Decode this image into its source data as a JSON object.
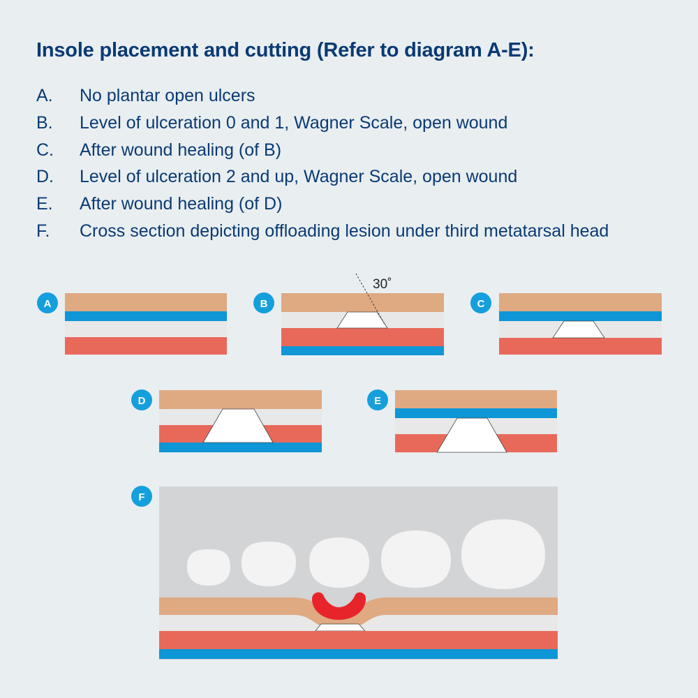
{
  "title": "Insole placement and cutting (Refer to diagram A-E):",
  "legend": [
    {
      "letter": "A.",
      "text": "No plantar open ulcers"
    },
    {
      "letter": "B.",
      "text": "Level of ulceration 0 and 1, Wagner Scale, open wound"
    },
    {
      "letter": "C.",
      "text": "After wound healing (of B)"
    },
    {
      "letter": "D.",
      "text": "Level of ulceration 2 and up, Wagner Scale, open wound"
    },
    {
      "letter": "E.",
      "text": "After wound healing (of D)"
    },
    {
      "letter": "F.",
      "text": "Cross section depicting offloading lesion under third metatarsal head"
    }
  ],
  "panels": {
    "a": "A",
    "b": "B",
    "c": "C",
    "d": "D",
    "e": "E",
    "f": "F"
  },
  "angle_label": "30˚",
  "colors": {
    "background": "#e9eef1",
    "title": "#0a3a73",
    "tan_layer": "#dfa982",
    "blue_layer": "#0e96d6",
    "light_layer": "#e8e8e8",
    "red_layer": "#e8695a",
    "badge": "#159fdc",
    "foot_background": "#d3d4d6",
    "bone": "#f3f3f3",
    "lesion": "#e8242b"
  }
}
